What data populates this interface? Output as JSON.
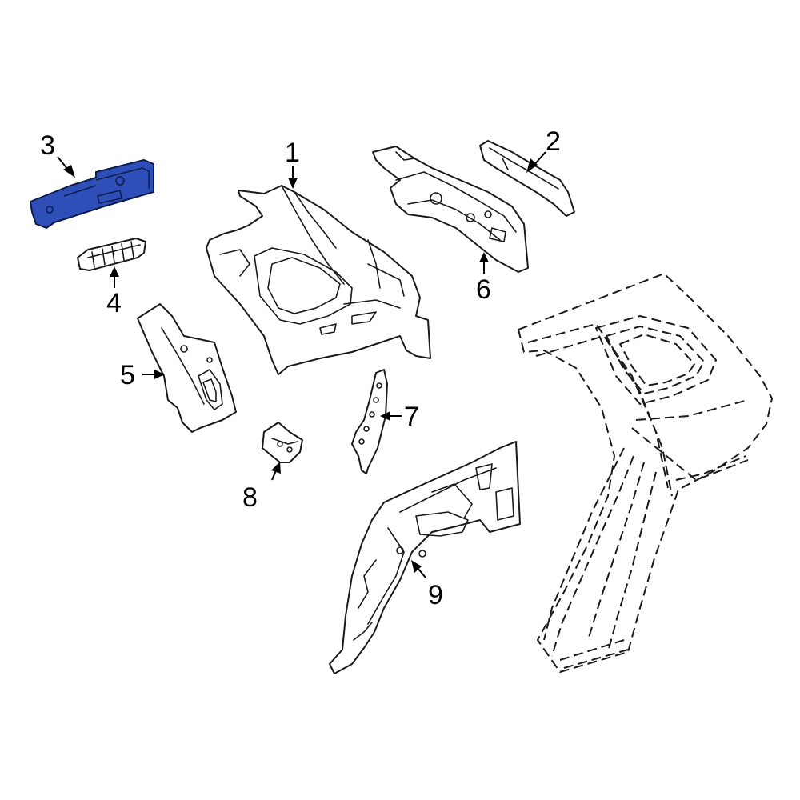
{
  "diagram": {
    "highlight_color": "#2f4fb8",
    "callouts": [
      {
        "id": "1",
        "label": "1"
      },
      {
        "id": "2",
        "label": "2"
      },
      {
        "id": "3",
        "label": "3"
      },
      {
        "id": "4",
        "label": "4"
      },
      {
        "id": "5",
        "label": "5"
      },
      {
        "id": "6",
        "label": "6"
      },
      {
        "id": "7",
        "label": "7"
      },
      {
        "id": "8",
        "label": "8"
      },
      {
        "id": "9",
        "label": "9"
      }
    ]
  }
}
